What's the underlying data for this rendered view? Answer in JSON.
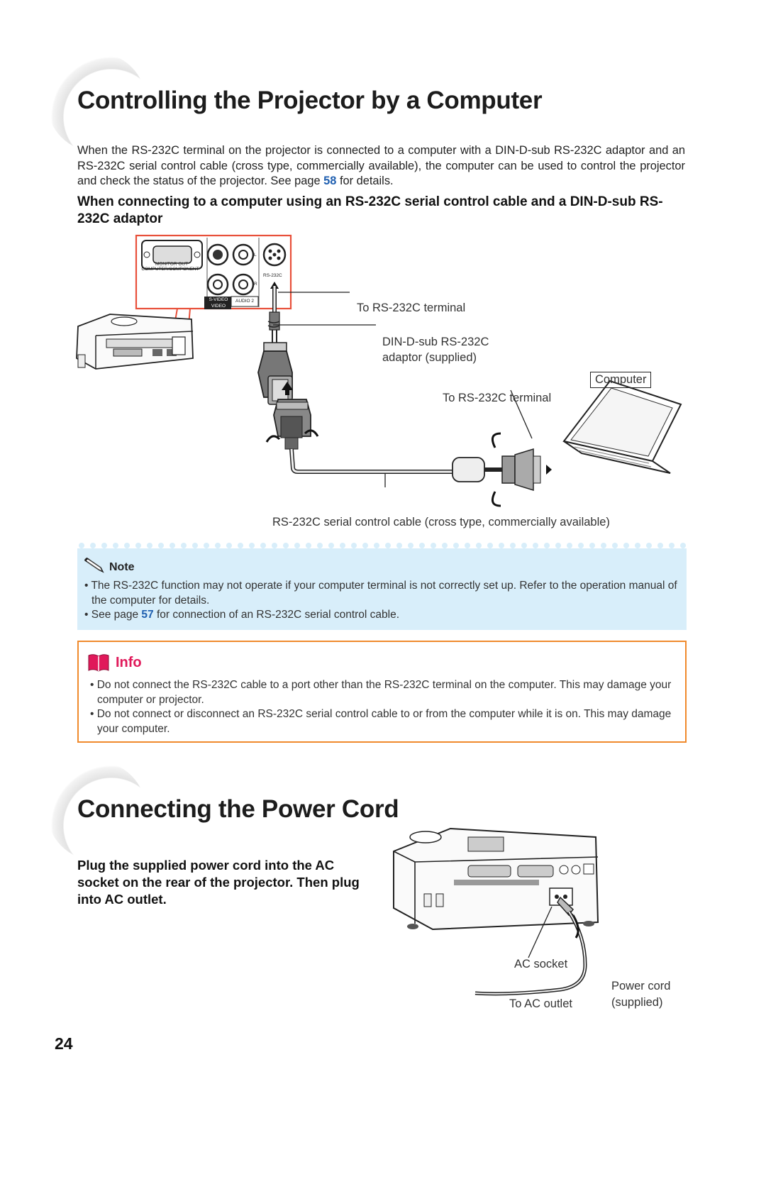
{
  "section1": {
    "title": "Controlling the Projector by a Computer",
    "intro_text": "When the RS-232C terminal on the projector is connected to a computer with a DIN-D-sub RS-232C adaptor and an RS-232C serial control cable (cross type, commercially available), the computer can be used to control the projector and check the status of the projector. See page ",
    "intro_page_ref": "58",
    "intro_tail": " for details.",
    "subhead": "When connecting to a computer using an RS-232C serial control cable and a DIN-D-sub RS-232C adaptor"
  },
  "diagram1": {
    "panel_labels": {
      "monitor_out": "MONITOR OUT",
      "computer_component": "COMPUTER/COMPONENT",
      "svideo": "S-VIDEO",
      "video": "VIDEO",
      "audio2": "AUDIO 2",
      "rs232c": "RS-232C",
      "l": "L",
      "r": "R"
    },
    "callout_terminal_projector": "To RS-232C terminal",
    "callout_adaptor_line1": "DIN-D-sub RS-232C",
    "callout_adaptor_line2": "adaptor (supplied)",
    "computer_label": "Computer",
    "callout_terminal_computer": "To RS-232C terminal",
    "callout_cable": "RS-232C serial control cable (cross type, commercially available)"
  },
  "note": {
    "title": "Note",
    "icon": "pencil-icon",
    "bullet1": "The RS-232C function may not operate if your computer terminal is not correctly set up. Refer to the operation manual of the computer for details.",
    "bullet2_pre": "See page ",
    "bullet2_ref": "57",
    "bullet2_post": " for connection of an RS-232C serial control cable."
  },
  "info": {
    "title": "Info",
    "icon": "book-icon",
    "bullet1": "Do not connect the RS-232C cable to a port other than the RS-232C terminal on the computer. This may damage your computer or projector.",
    "bullet2": "Do not connect or disconnect an RS-232C serial control cable to or from the computer while it is on. This may damage your computer."
  },
  "section2": {
    "title": "Connecting the Power Cord",
    "instruction": "Plug the supplied power cord into the AC socket on the rear of the projector. Then plug into AC outlet."
  },
  "diagram2": {
    "ac_socket": "AC socket",
    "power_cord_line1": "Power cord",
    "power_cord_line2": "(supplied)",
    "to_ac_outlet": "To AC outlet"
  },
  "page_number": "24",
  "colors": {
    "link": "#1f5fb0",
    "note_bg": "#d8eefa",
    "info_border": "#f08a2c",
    "info_title": "#e0195a",
    "highlight_frame": "#e8503a"
  }
}
